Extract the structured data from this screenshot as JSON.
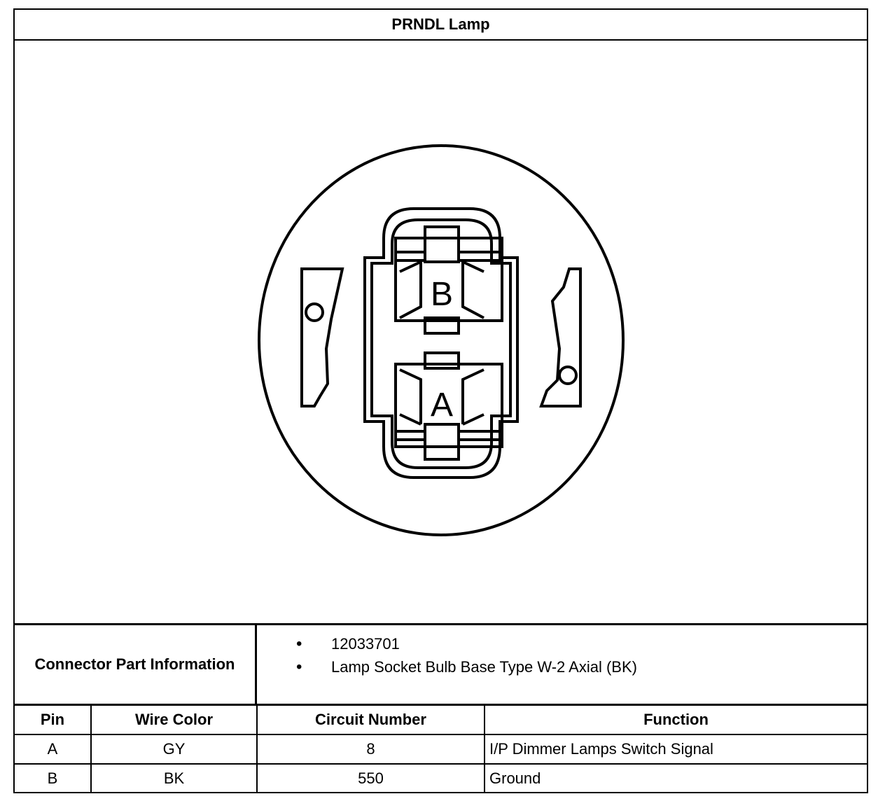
{
  "title": "PRNDL Lamp",
  "diagram": {
    "pin_labels": [
      "B",
      "A"
    ]
  },
  "connector_info": {
    "label": "Connector Part Information",
    "items": [
      "12033701",
      "Lamp Socket Bulb Base Type W-2 Axial (BK)"
    ]
  },
  "pin_table": {
    "headers": [
      "Pin",
      "Wire Color",
      "Circuit Number",
      "Function"
    ],
    "rows": [
      {
        "pin": "A",
        "wire_color": "GY",
        "circuit": "8",
        "function": "I/P Dimmer Lamps Switch Signal"
      },
      {
        "pin": "B",
        "wire_color": "BK",
        "circuit": "550",
        "function": "Ground"
      }
    ]
  }
}
